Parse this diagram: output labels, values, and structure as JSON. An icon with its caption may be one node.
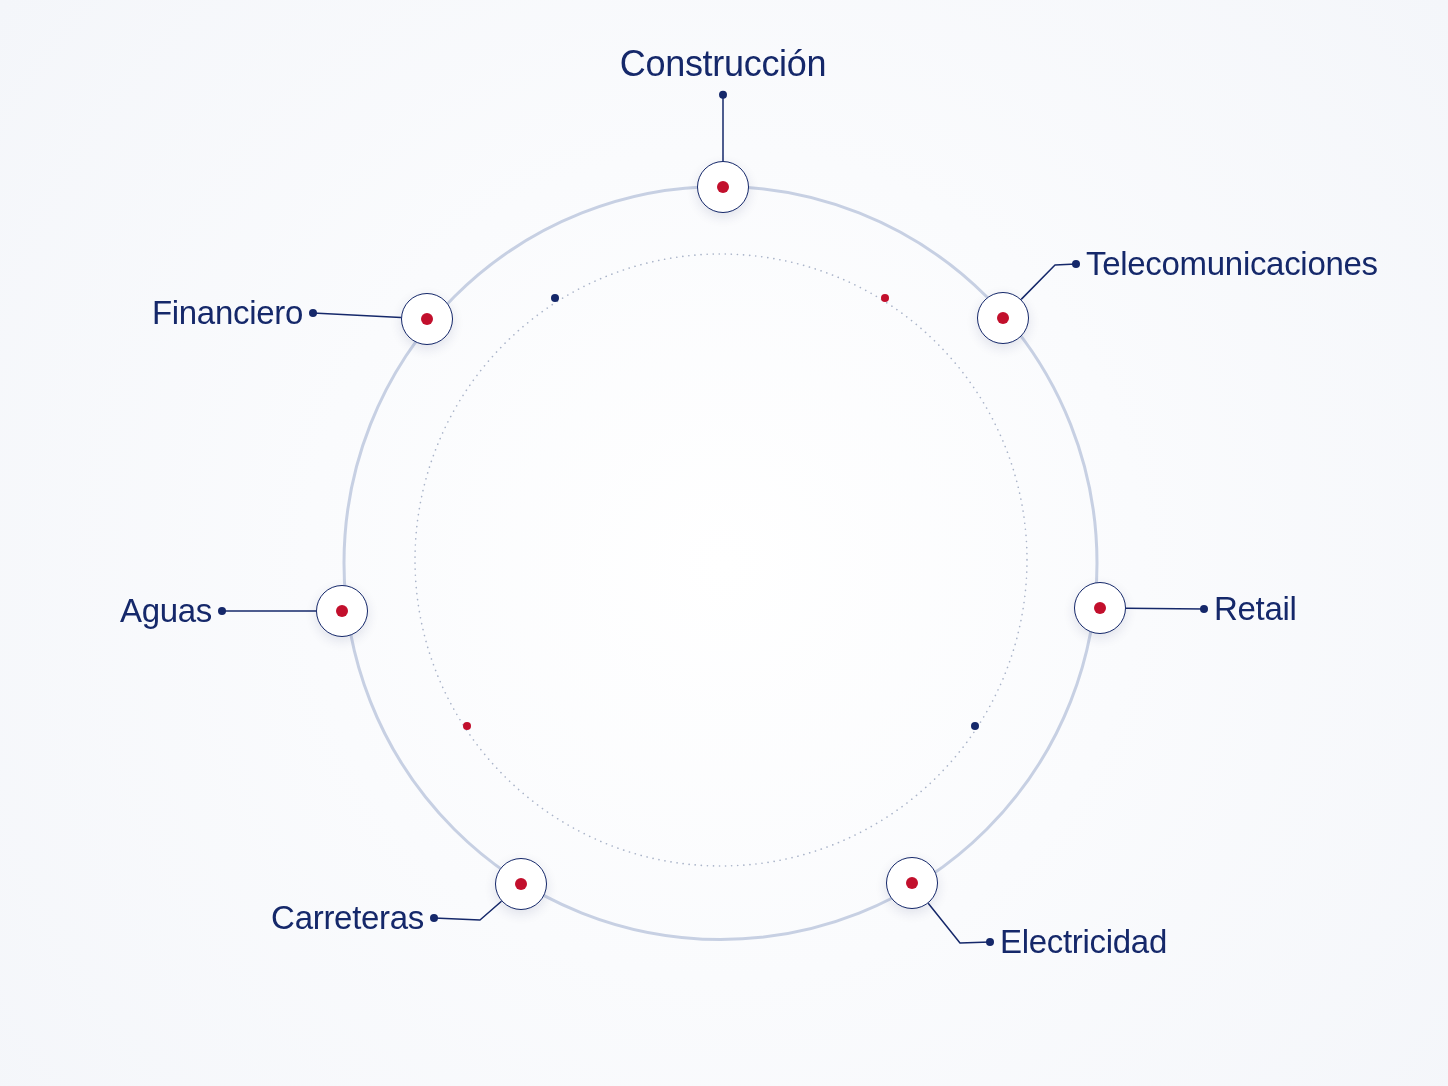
{
  "diagram": {
    "nodes": [
      {
        "text": [
          "Construcción"
        ]
      },
      {
        "text": [],
        "shape": "circle"
      },
      {
        "text": [
          "Telecomunicaciones"
        ]
      },
      {
        "text": [],
        "shape": "circle"
      },
      {
        "text": [
          "Retail"
        ]
      },
      {
        "text": [],
        "shape": "circle"
      },
      {
        "text": [
          "Electricidad"
        ]
      },
      {
        "text": [],
        "shape": "circle"
      },
      {
        "text": [
          "Carreteras"
        ]
      },
      {
        "text": [],
        "shape": "circle"
      },
      {
        "text": [
          "Aguas"
        ]
      },
      {
        "text": [],
        "shape": "circle"
      },
      {
        "text": [
          "Financiero"
        ]
      },
      {
        "text": [],
        "shape": "circle"
      }
    ],
    "edges": [
      {
        "from": 0,
        "to": 1,
        "arrow": "other"
      },
      {
        "from": 2,
        "to": 3,
        "arrow": "other"
      },
      {
        "from": 4,
        "to": 5,
        "arrow": "other"
      },
      {
        "from": 6,
        "to": 7,
        "arrow": "other"
      },
      {
        "from": 8,
        "to": 9,
        "arrow": "other"
      },
      {
        "from": 10,
        "to": 11,
        "arrow": "other"
      },
      {
        "from": 12,
        "to": 13,
        "arrow": "other"
      }
    ]
  }
}
